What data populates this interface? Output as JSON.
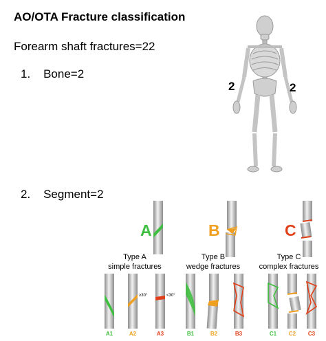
{
  "title": "AO/OTA Fracture classification",
  "subtitle": "Forearm shaft fractures=22",
  "list": [
    {
      "num": "1.",
      "text": "Bone=2"
    },
    {
      "num": "2.",
      "text": "Segment=2"
    }
  ],
  "skeleton_labels": {
    "left": "2",
    "right": "2"
  },
  "types": [
    {
      "letter": "A",
      "name": "Type A",
      "desc": "simple fractures",
      "color": "#3fbf3f",
      "subtypes": [
        "A1",
        "A2",
        "A3"
      ]
    },
    {
      "letter": "B",
      "name": "Type B",
      "desc": "wedge fractures",
      "color": "#f0a020",
      "subtypes": [
        "B1",
        "B2",
        "B3"
      ]
    },
    {
      "letter": "C",
      "name": "Type C",
      "desc": "complex fractures",
      "color": "#e0401a",
      "subtypes": [
        "C1",
        "C2",
        "C3"
      ]
    }
  ],
  "angle_labels": {
    "a2": "≥30°",
    "a3": "<30°"
  },
  "colors": {
    "green": "#3fbf3f",
    "orange": "#f0a020",
    "red": "#e0401a",
    "bone": "#b8b8b8"
  }
}
